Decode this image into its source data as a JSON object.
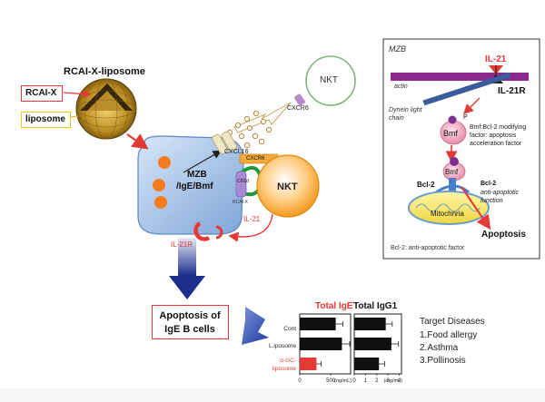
{
  "liposome_title": "RCAI-X-liposome",
  "label_rcaix": "RCAI-X",
  "label_liposome": "liposome",
  "nkt_top": "NKT",
  "nkt_main": "NKT",
  "cxcr6_top": "CXCR6",
  "cxcl16": "CXCL16",
  "mzb_line1": "MZB",
  "mzb_line2": "/IgE/Bmf",
  "cxcr6_bar": "CXCR6",
  "cd1d": "CD1d",
  "rcaix_small": "RCAI-X",
  "il21r_left": "IL-21R",
  "il21_arrow": "IL-21",
  "apoptosis_box_line1": "Apoptosis of",
  "apoptosis_box_line2": "IgE B cells",
  "inset": {
    "title": "MZB",
    "il21": "IL-21",
    "actin": "actin",
    "il21r": "IL-21R",
    "dynein_line1": "Dynein light",
    "dynein_line2": "chain",
    "p": "P",
    "bmf_top": "Bmf",
    "bmf_desc_line1": "Bmf:Bcl-2 modifying",
    "bmf_desc_line2": "factor: apoptosis",
    "bmf_desc_line3": "acceleration factor",
    "bmf_bottom": "Bmf",
    "bcl2": "Bcl-2",
    "bcl2_right_title": "Bcl-2",
    "bcl2_right_desc_line1": "anti-apoptotic",
    "bcl2_right_desc_line2": "function",
    "mitochondria": "Mitochnria",
    "apoptosis": "Apoptosis",
    "footer": "Bcl-2: anti-apoptotic factor"
  },
  "charts": {
    "total_ige_title": "Total IgE",
    "total_igg1_title": "Total IgG1",
    "row_labels": [
      "Cont",
      "L.iposome",
      "α-GC-",
      "liposome"
    ],
    "ige_ticks": [
      "0",
      "500"
    ],
    "ige_unit": "(ng/mL)",
    "igg1_ticks": [
      "0",
      "1",
      "2",
      "3",
      "4"
    ],
    "igg1_unit": "(mg/mL)"
  },
  "target_diseases": {
    "title": "Target Diseases",
    "items": [
      "1.Food allergy",
      "2.Asthma",
      "3.Pollinosis"
    ]
  },
  "chart_data": [
    {
      "type": "bar",
      "title": "Total IgE",
      "orientation": "horizontal",
      "categories": [
        "Cont",
        "L.iposome",
        "α-GC-liposome"
      ],
      "values": [
        580,
        680,
        270
      ],
      "xlim": [
        0,
        820
      ],
      "xlabel": "(ng/mL)",
      "colors": [
        "#111111",
        "#111111",
        "#e53935"
      ]
    },
    {
      "type": "bar",
      "title": "Total IgG1",
      "orientation": "horizontal",
      "categories": [
        "Cont",
        "L.iposome",
        "α-GC-liposome"
      ],
      "values": [
        2.8,
        3.3,
        2.2
      ],
      "xlim": [
        0,
        4.2
      ],
      "xlabel": "(mg/mL)",
      "colors": [
        "#111111",
        "#111111",
        "#111111"
      ]
    }
  ]
}
